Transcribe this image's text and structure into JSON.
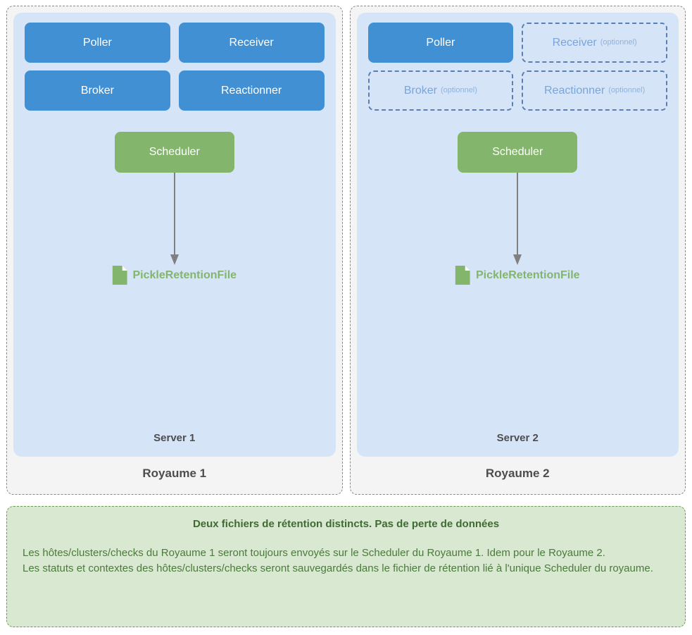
{
  "realms": [
    {
      "name": "Royaume 1",
      "server": {
        "name": "Server 1",
        "daemons": [
          {
            "label": "Poller",
            "optional": false,
            "opt_tag": ""
          },
          {
            "label": "Receiver",
            "optional": false,
            "opt_tag": ""
          },
          {
            "label": "Broker",
            "optional": false,
            "opt_tag": ""
          },
          {
            "label": "Reactionner",
            "optional": false,
            "opt_tag": ""
          }
        ],
        "scheduler": "Scheduler",
        "retention_file": "PickleRetentionFile",
        "file_icon": "file-icon"
      }
    },
    {
      "name": "Royaume 2",
      "server": {
        "name": "Server 2",
        "daemons": [
          {
            "label": "Poller",
            "optional": false,
            "opt_tag": ""
          },
          {
            "label": "Receiver",
            "optional": true,
            "opt_tag": "(optionnel)"
          },
          {
            "label": "Broker",
            "optional": true,
            "opt_tag": "(optionnel)"
          },
          {
            "label": "Reactionner",
            "optional": true,
            "opt_tag": "(optionnel)"
          }
        ],
        "scheduler": "Scheduler",
        "retention_file": "PickleRetentionFile",
        "file_icon": "file-icon"
      }
    }
  ],
  "note": {
    "title": "Deux fichiers de rétention distincts. Pas de perte de données",
    "lines": [
      "Les hôtes/clusters/checks du Royaume 1 seront toujours envoyés sur le Scheduler du Royaume 1. Idem pour le Royaume 2.",
      "Les statuts et contextes des hôtes/clusters/checks seront sauvegardés dans le fichier de rétention lié à l'unique Scheduler du royaume."
    ]
  },
  "colors": {
    "daemon_active": "#4190d3",
    "daemon_optional_border": "#5b7fb5",
    "daemon_optional_text": "#7ba5d8",
    "scheduler": "#83b56c",
    "retention_text": "#83b56c",
    "server_bg": "#d6e4f8",
    "realm_bg": "#f4f4f4",
    "realm_border": "#8a8a8a",
    "note_bg": "#d9e8d0",
    "note_border": "#6d9a55",
    "note_title": "#3f6b33",
    "note_text": "#4a7a3c",
    "arrow": "#808080",
    "label_text": "#4d4d4d"
  }
}
